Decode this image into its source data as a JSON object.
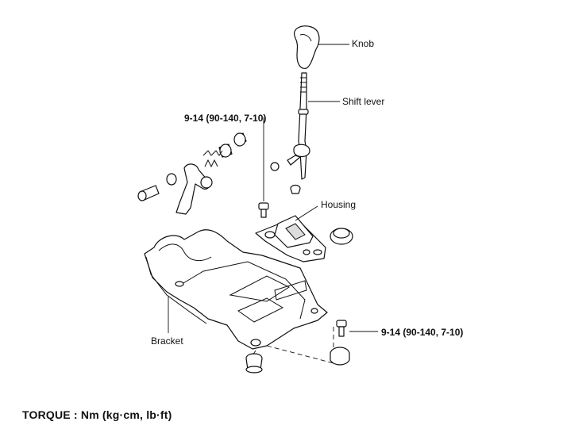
{
  "labels": {
    "knob": "Knob",
    "shift_lever": "Shift lever",
    "housing": "Housing",
    "bracket": "Bracket"
  },
  "torque_specs": {
    "upper": "9-14  (90-140,  7-10)",
    "lower": "9-14  (90-140,  7-10)"
  },
  "footer": {
    "torque_units": "TORQUE  :  Nm     (kg·cm,  lb·ft)"
  }
}
